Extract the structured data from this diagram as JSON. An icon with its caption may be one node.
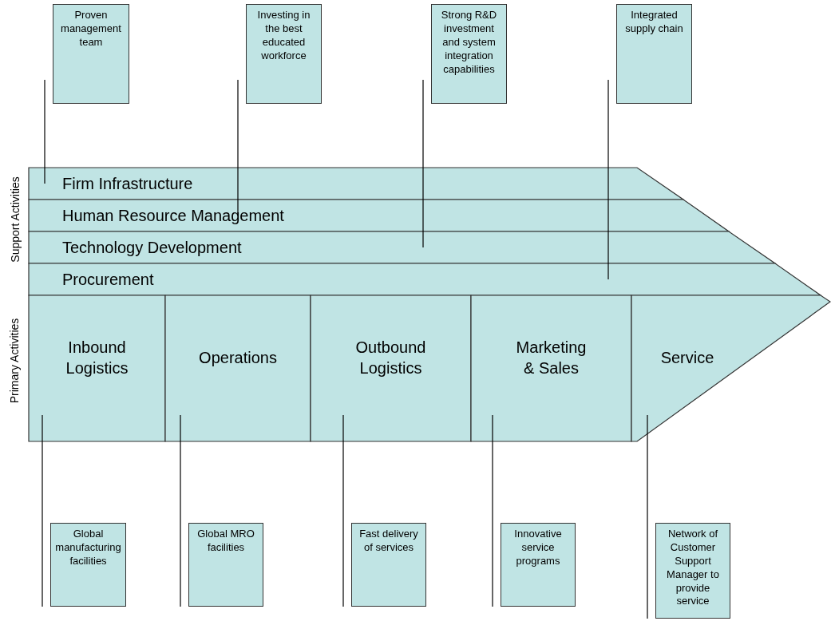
{
  "diagram": {
    "nodes": [
      {
        "text": [
          "Firm Infrastructure"
        ]
      },
      {
        "text": [
          "Human Resource Management"
        ]
      },
      {
        "text": [
          "Technology Development"
        ]
      },
      {
        "text": [
          "Procurement"
        ]
      },
      {
        "text": [
          "Inbound Logistics"
        ]
      },
      {
        "text": [
          "Operations"
        ]
      },
      {
        "text": [
          "Outbound Logistics"
        ]
      },
      {
        "text": [
          "Marketing & Sales"
        ]
      },
      {
        "text": [
          "Service"
        ]
      },
      {
        "text": [
          "Proven management team"
        ]
      },
      {
        "text": [
          "Investing in the best educated workforce"
        ]
      },
      {
        "text": [
          "Strong R&D investment and system integration capabilities"
        ]
      },
      {
        "text": [
          "Integrated supply chain"
        ]
      },
      {
        "text": [
          "Global manufacturing facilities"
        ]
      },
      {
        "text": [
          "Global MRO facilities"
        ]
      },
      {
        "text": [
          "Fast delivery of services"
        ]
      },
      {
        "text": [
          "Innovative service programs"
        ]
      },
      {
        "text": [
          "Network of Customer Support Manager to provide service"
        ]
      }
    ],
    "edges": [
      {
        "from": 9,
        "to": 0,
        "arrow": "none"
      },
      {
        "from": 10,
        "to": 1,
        "arrow": "none"
      },
      {
        "from": 11,
        "to": 2,
        "arrow": "none"
      },
      {
        "from": 12,
        "to": 3,
        "arrow": "none"
      },
      {
        "from": 13,
        "to": 4,
        "arrow": "none"
      },
      {
        "from": 14,
        "to": 5,
        "arrow": "none"
      },
      {
        "from": 15,
        "to": 6,
        "arrow": "none"
      },
      {
        "from": 16,
        "to": 7,
        "arrow": "none"
      },
      {
        "from": 17,
        "to": 8,
        "arrow": "none"
      }
    ],
    "labels": [
      "Support Activities",
      "Primary Activities"
    ]
  }
}
